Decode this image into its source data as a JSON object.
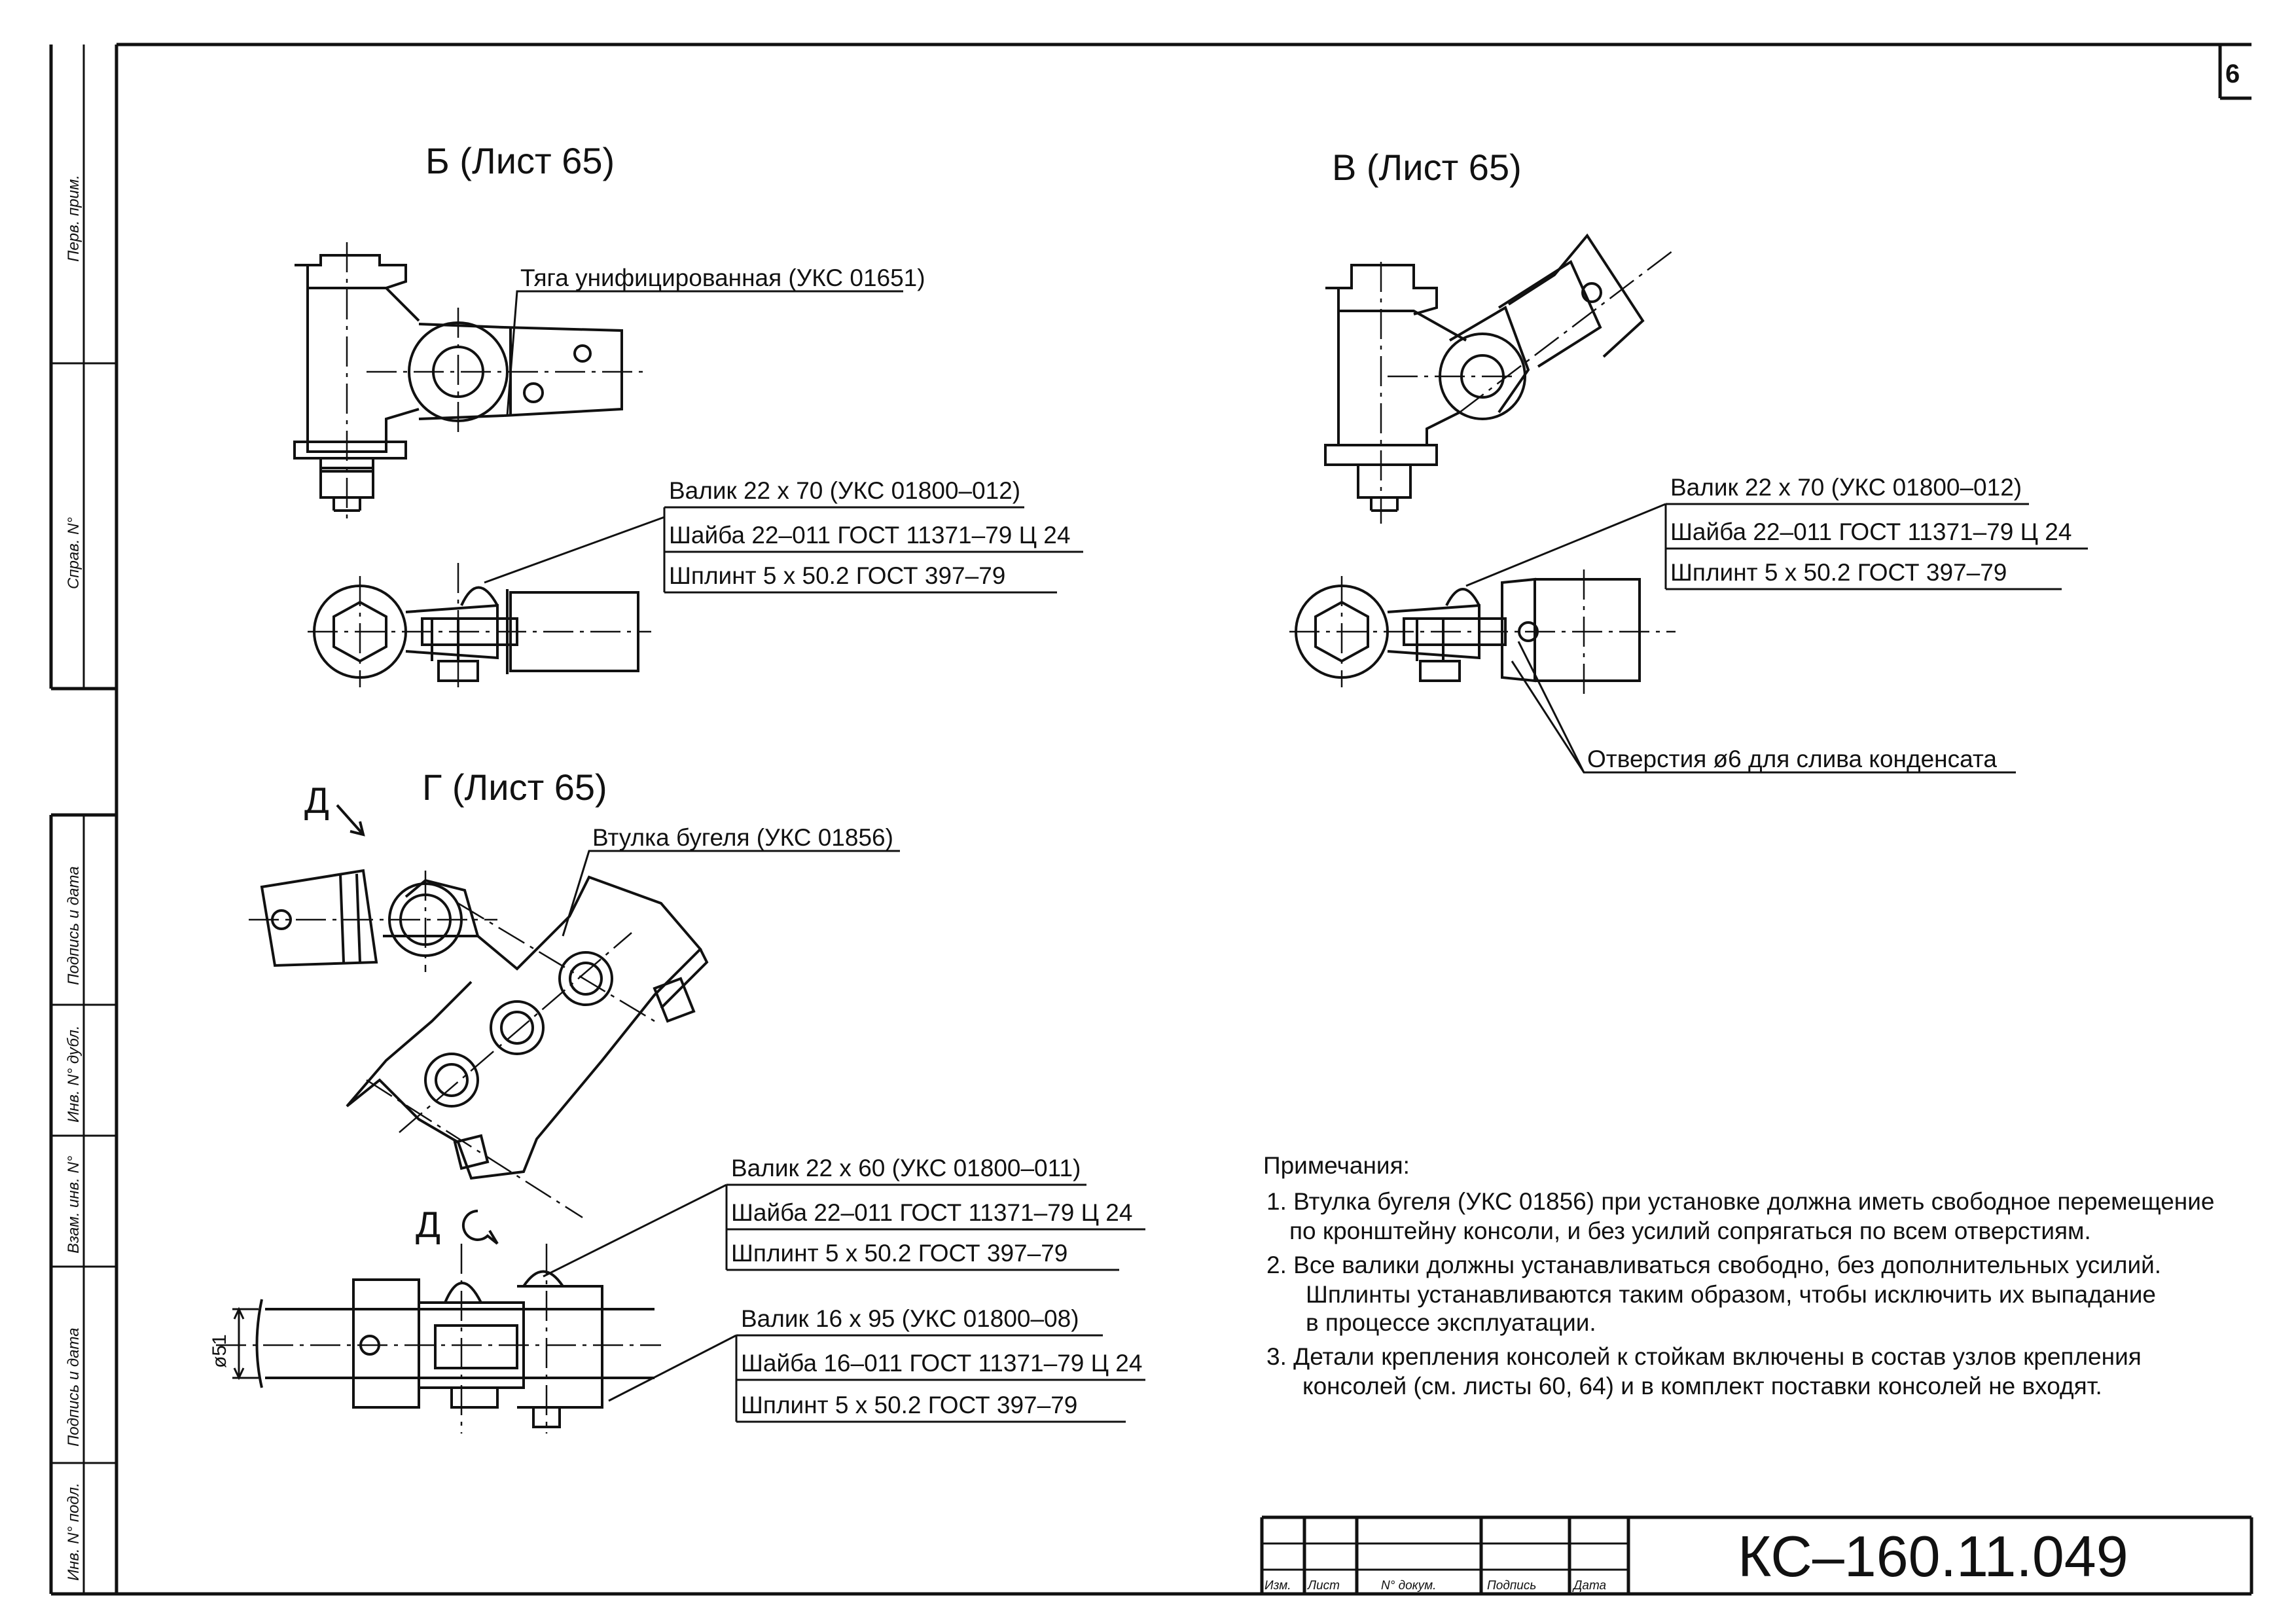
{
  "sheet": {
    "number": "6",
    "code": "КС–160.11.049"
  },
  "side_labels": [
    "Перв. прим.",
    "Справ. N°",
    "Подпись и дата",
    "Инв. N° дубл.",
    "Взам. инв. N°",
    "Подпись и дата",
    "Инв. N° подл."
  ],
  "title_block_headers": [
    "Изм.",
    "Лист",
    "N° докум.",
    "Подпись",
    "Дата"
  ],
  "views": {
    "b": {
      "title": "Б (Лист 65)",
      "rod_label": "Тяга унифицированная (УКС 01651)",
      "parts": [
        "Валик 22 x 70 (УКС 01800–012)",
        "Шайба 22–011 ГОСТ 11371–79 Ц 24",
        "Шплинт 5 x 50.2 ГОСТ 397–79"
      ]
    },
    "v": {
      "title": "В (Лист 65)",
      "parts": [
        "Валик 22 x 70 (УКС 01800–012)",
        "Шайба 22–011 ГОСТ 11371–79 Ц 24",
        "Шплинт 5 x 50.2 ГОСТ 397–79"
      ],
      "hole_label": "Отверстия ø6 для слива конденсата"
    },
    "g": {
      "title": "Г (Лист 65)",
      "arrow_label": "Д",
      "sleeve_label": "Втулка бугеля (УКС 01856)",
      "view_d_label": "Д",
      "dim_label": "ø51",
      "parts_a": [
        "Валик 22 x 60 (УКС 01800–011)",
        "Шайба 22–011 ГОСТ 11371–79 Ц 24",
        "Шплинт 5 x 50.2 ГОСТ 397–79"
      ],
      "parts_b": [
        "Валик 16 x 95  (УКС 01800–08)",
        "Шайба 16–011 ГОСТ 11371–79 Ц 24",
        "Шплинт 5 x 50.2 ГОСТ 397–79"
      ]
    }
  },
  "notes": {
    "heading": "Примечания:",
    "lines": [
      "1. Втулка бугеля (УКС 01856) при установке должна иметь свободное перемещение",
      "по кронштейну консоли, и без усилий сопрягаться по всем отверстиям.",
      "2. Все валики должны устанавливаться свободно, без дополнительных усилий.",
      "Шплинты устанавливаются таким образом, чтобы исключить их выпадание",
      "в процессе эксплуатации.",
      "3. Детали крепления консолей к стойкам включены в состав узлов крепления",
      "консолей (см. листы 60, 64) и в комплект поставки консолей не входят."
    ]
  }
}
